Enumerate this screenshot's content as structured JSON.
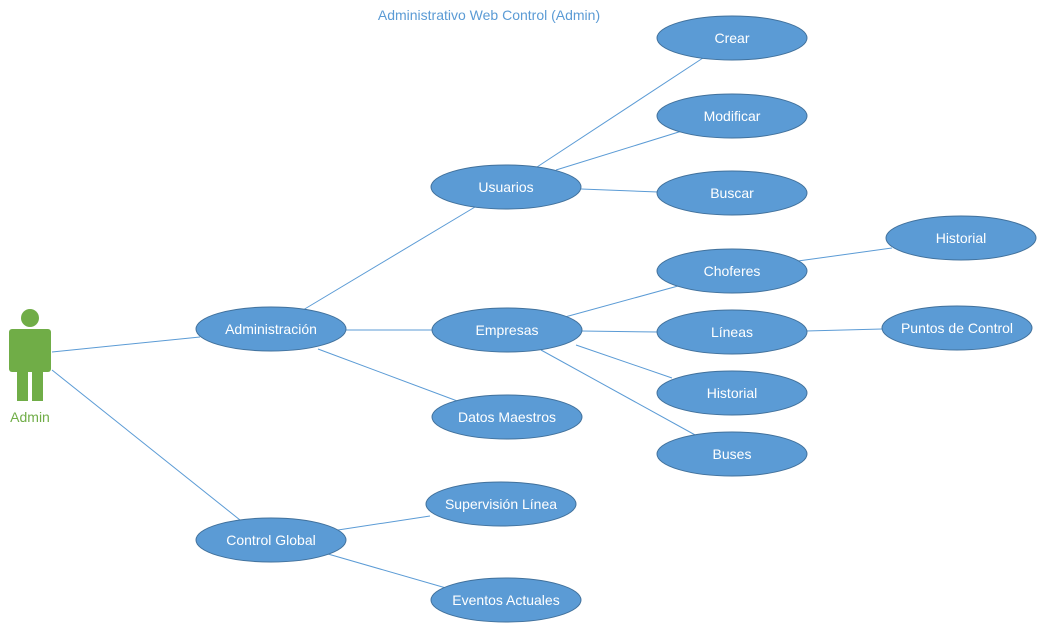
{
  "diagram": {
    "title": "Administrativo Web Control (Admin)",
    "actor": {
      "label": "Admin",
      "color": "#70ad47"
    },
    "ellipse_fill": "#5b9bd5",
    "line_color": "#5b9bd5",
    "use_cases": {
      "administracion": "Administración",
      "control_global": "Control Global",
      "usuarios": "Usuarios",
      "empresas": "Empresas",
      "datos_maestros": "Datos Maestros",
      "supervision_linea": "Supervisión Línea",
      "eventos_actuales": "Eventos Actuales",
      "crear": "Crear",
      "modificar": "Modificar",
      "buscar": "Buscar",
      "choferes": "Choferes",
      "lineas": "Líneas",
      "historial_empresas": "Historial",
      "buses": "Buses",
      "historial_choferes": "Historial",
      "puntos_de_control": "Puntos de Control"
    }
  }
}
